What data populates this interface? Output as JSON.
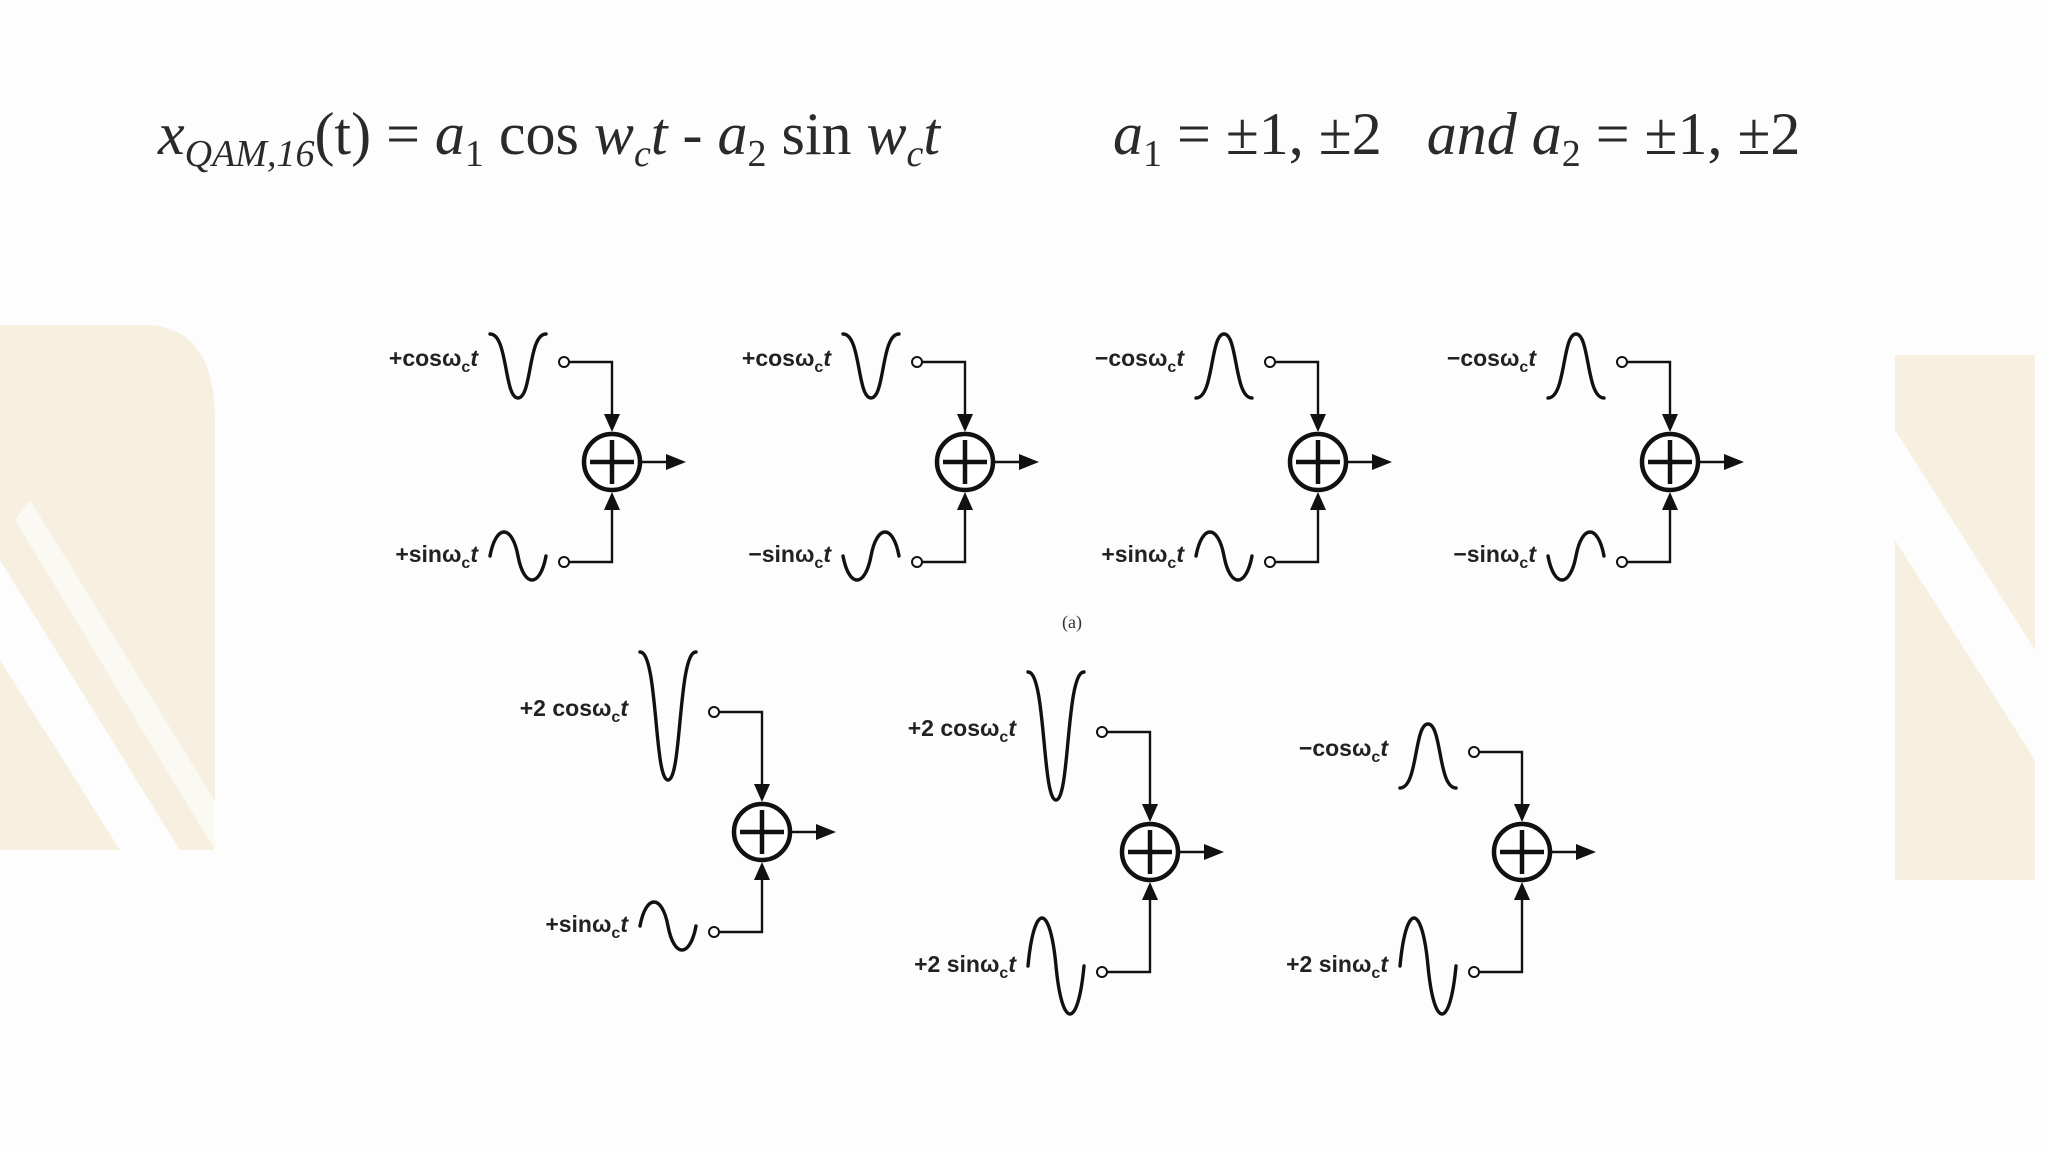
{
  "equation": {
    "left": {
      "x": "x",
      "x_sub": "QAM,16",
      "arg": "(t) = ",
      "a1": "a",
      "a1_sub": "1",
      "cos": " cos ",
      "w1": "w",
      "w1_sub": "c",
      "t1": "t",
      "minus": " - ",
      "a2": "a",
      "a2_sub": "2",
      "sin": " sin ",
      "w2": "w",
      "w2_sub": "c",
      "t2": "t"
    },
    "right": {
      "a1": "a",
      "a1_sub": "1",
      "val1": " = ±1, ±2",
      "and": "and",
      "a2": "a",
      "a2_sub": "2",
      "val2": " = ±1, ±2"
    }
  },
  "caption_a": "(a)",
  "diagrams": [
    {
      "top": {
        "prefix": "+",
        "fn": "cos",
        "shape": "cos",
        "sign": 1,
        "amp": 1
      },
      "bottom": {
        "prefix": "+",
        "fn": "sin",
        "shape": "sin",
        "sign": 1,
        "amp": 1
      }
    },
    {
      "top": {
        "prefix": "+",
        "fn": "cos",
        "shape": "cos",
        "sign": 1,
        "amp": 1
      },
      "bottom": {
        "prefix": "−",
        "fn": "sin",
        "shape": "sin",
        "sign": -1,
        "amp": 1
      }
    },
    {
      "top": {
        "prefix": "−",
        "fn": "cos",
        "shape": "cos",
        "sign": -1,
        "amp": 1
      },
      "bottom": {
        "prefix": "+",
        "fn": "sin",
        "shape": "sin",
        "sign": 1,
        "amp": 1
      }
    },
    {
      "top": {
        "prefix": "−",
        "fn": "cos",
        "shape": "cos",
        "sign": -1,
        "amp": 1
      },
      "bottom": {
        "prefix": "−",
        "fn": "sin",
        "shape": "sin",
        "sign": -1,
        "amp": 1
      }
    },
    {
      "top": {
        "prefix": "+2 ",
        "fn": "cos",
        "shape": "cos",
        "sign": 1,
        "amp": 2
      },
      "bottom": {
        "prefix": "+",
        "fn": "sin",
        "shape": "sin",
        "sign": 1,
        "amp": 1
      }
    },
    {
      "top": {
        "prefix": "+2 ",
        "fn": "cos",
        "shape": "cos",
        "sign": 1,
        "amp": 2
      },
      "bottom": {
        "prefix": "+2 ",
        "fn": "sin",
        "shape": "sin",
        "sign": 1,
        "amp": 2
      }
    },
    {
      "top": {
        "prefix": "−",
        "fn": "cos",
        "shape": "cos",
        "sign": -1,
        "amp": 1
      },
      "bottom": {
        "prefix": "+2 ",
        "fn": "sin",
        "shape": "sin",
        "sign": 1,
        "amp": 2
      }
    }
  ],
  "omega": "ω",
  "omega_sub": "c",
  "t_var": "t",
  "colors": {
    "ink": "#111111",
    "background": "#fdfdfd",
    "watermark": "#f3e6c9"
  }
}
